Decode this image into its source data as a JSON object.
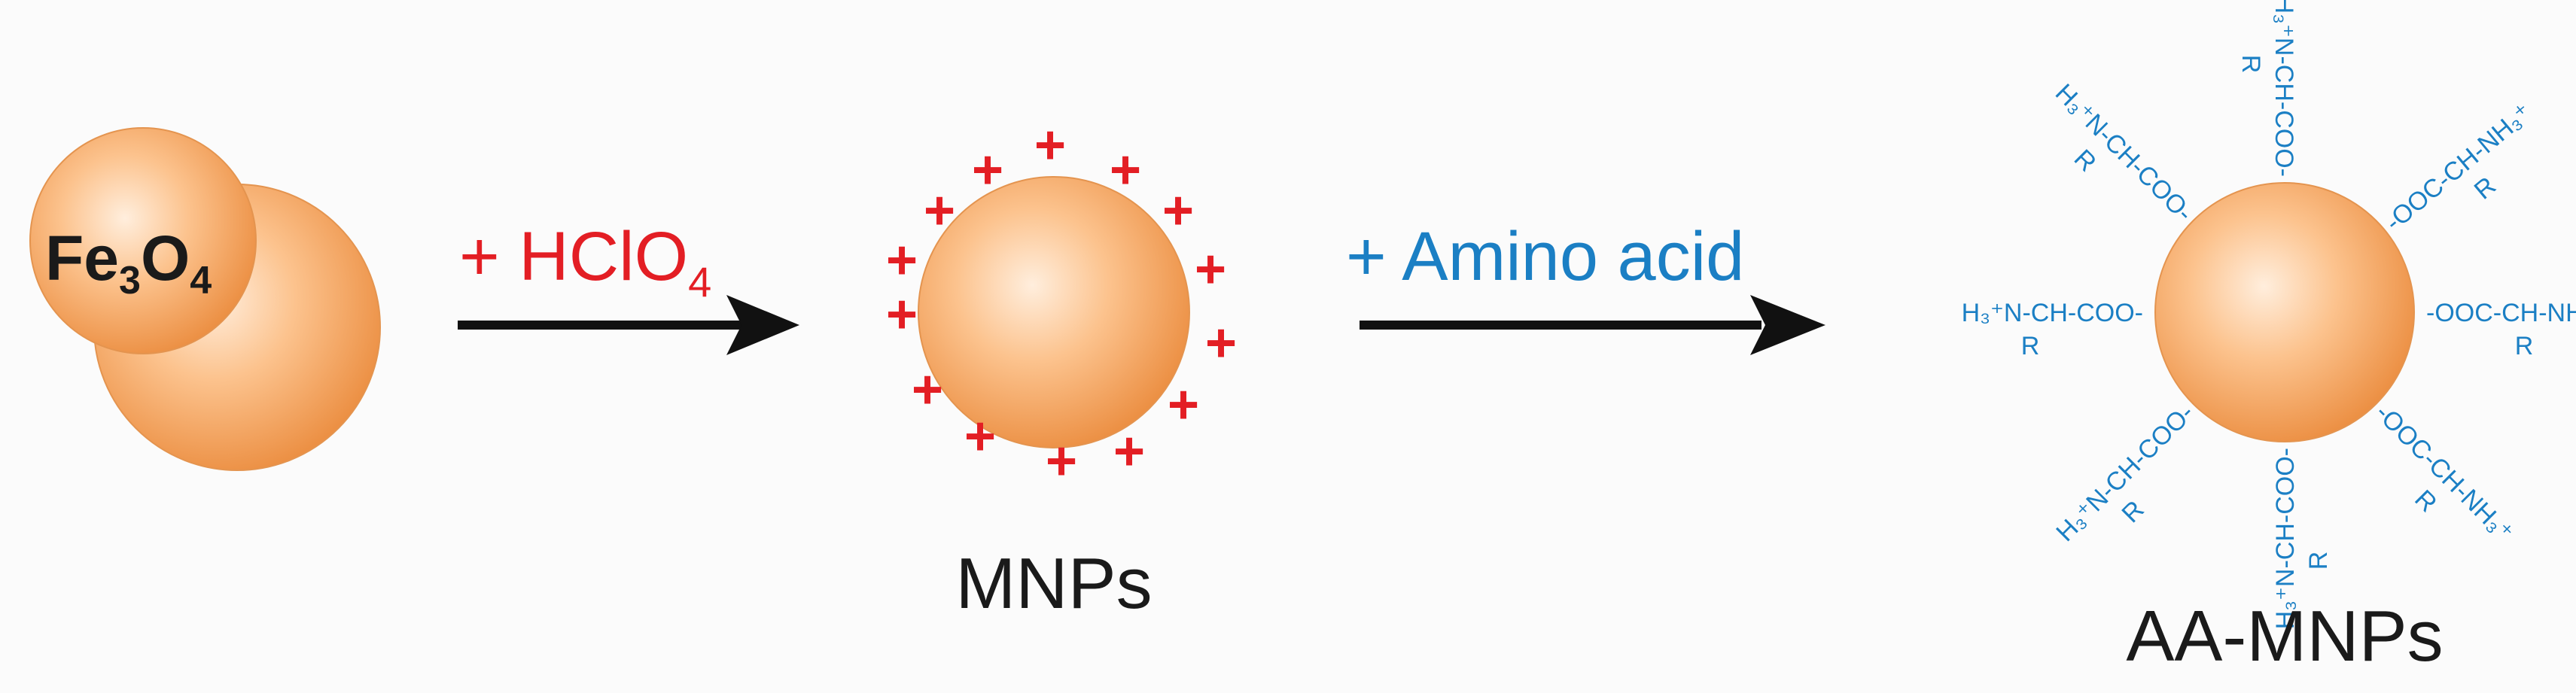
{
  "colors": {
    "red": "#e31e24",
    "blue": "#1b7fc4",
    "black": "#1a1a1a",
    "sphere_light": "#ffe6cc",
    "sphere_mid": "#fbb272",
    "sphere_dark": "#ea8c3e"
  },
  "step1": {
    "particle_label": {
      "base": "Fe",
      "sub1": "3",
      "base2": "O",
      "sub2": "4"
    }
  },
  "reagent1": {
    "prefix": "+ HClO",
    "sub": "4"
  },
  "step2": {
    "plus_sign": "+",
    "label": "MNPs"
  },
  "reagent2": {
    "text": "+ Amino acid"
  },
  "step3": {
    "label": "AA-MNPs",
    "ligand_left": "H₃⁺N-CH-COO-",
    "ligand_right": "-OOC-CH-NH₃⁺",
    "ligand_r": "R"
  }
}
